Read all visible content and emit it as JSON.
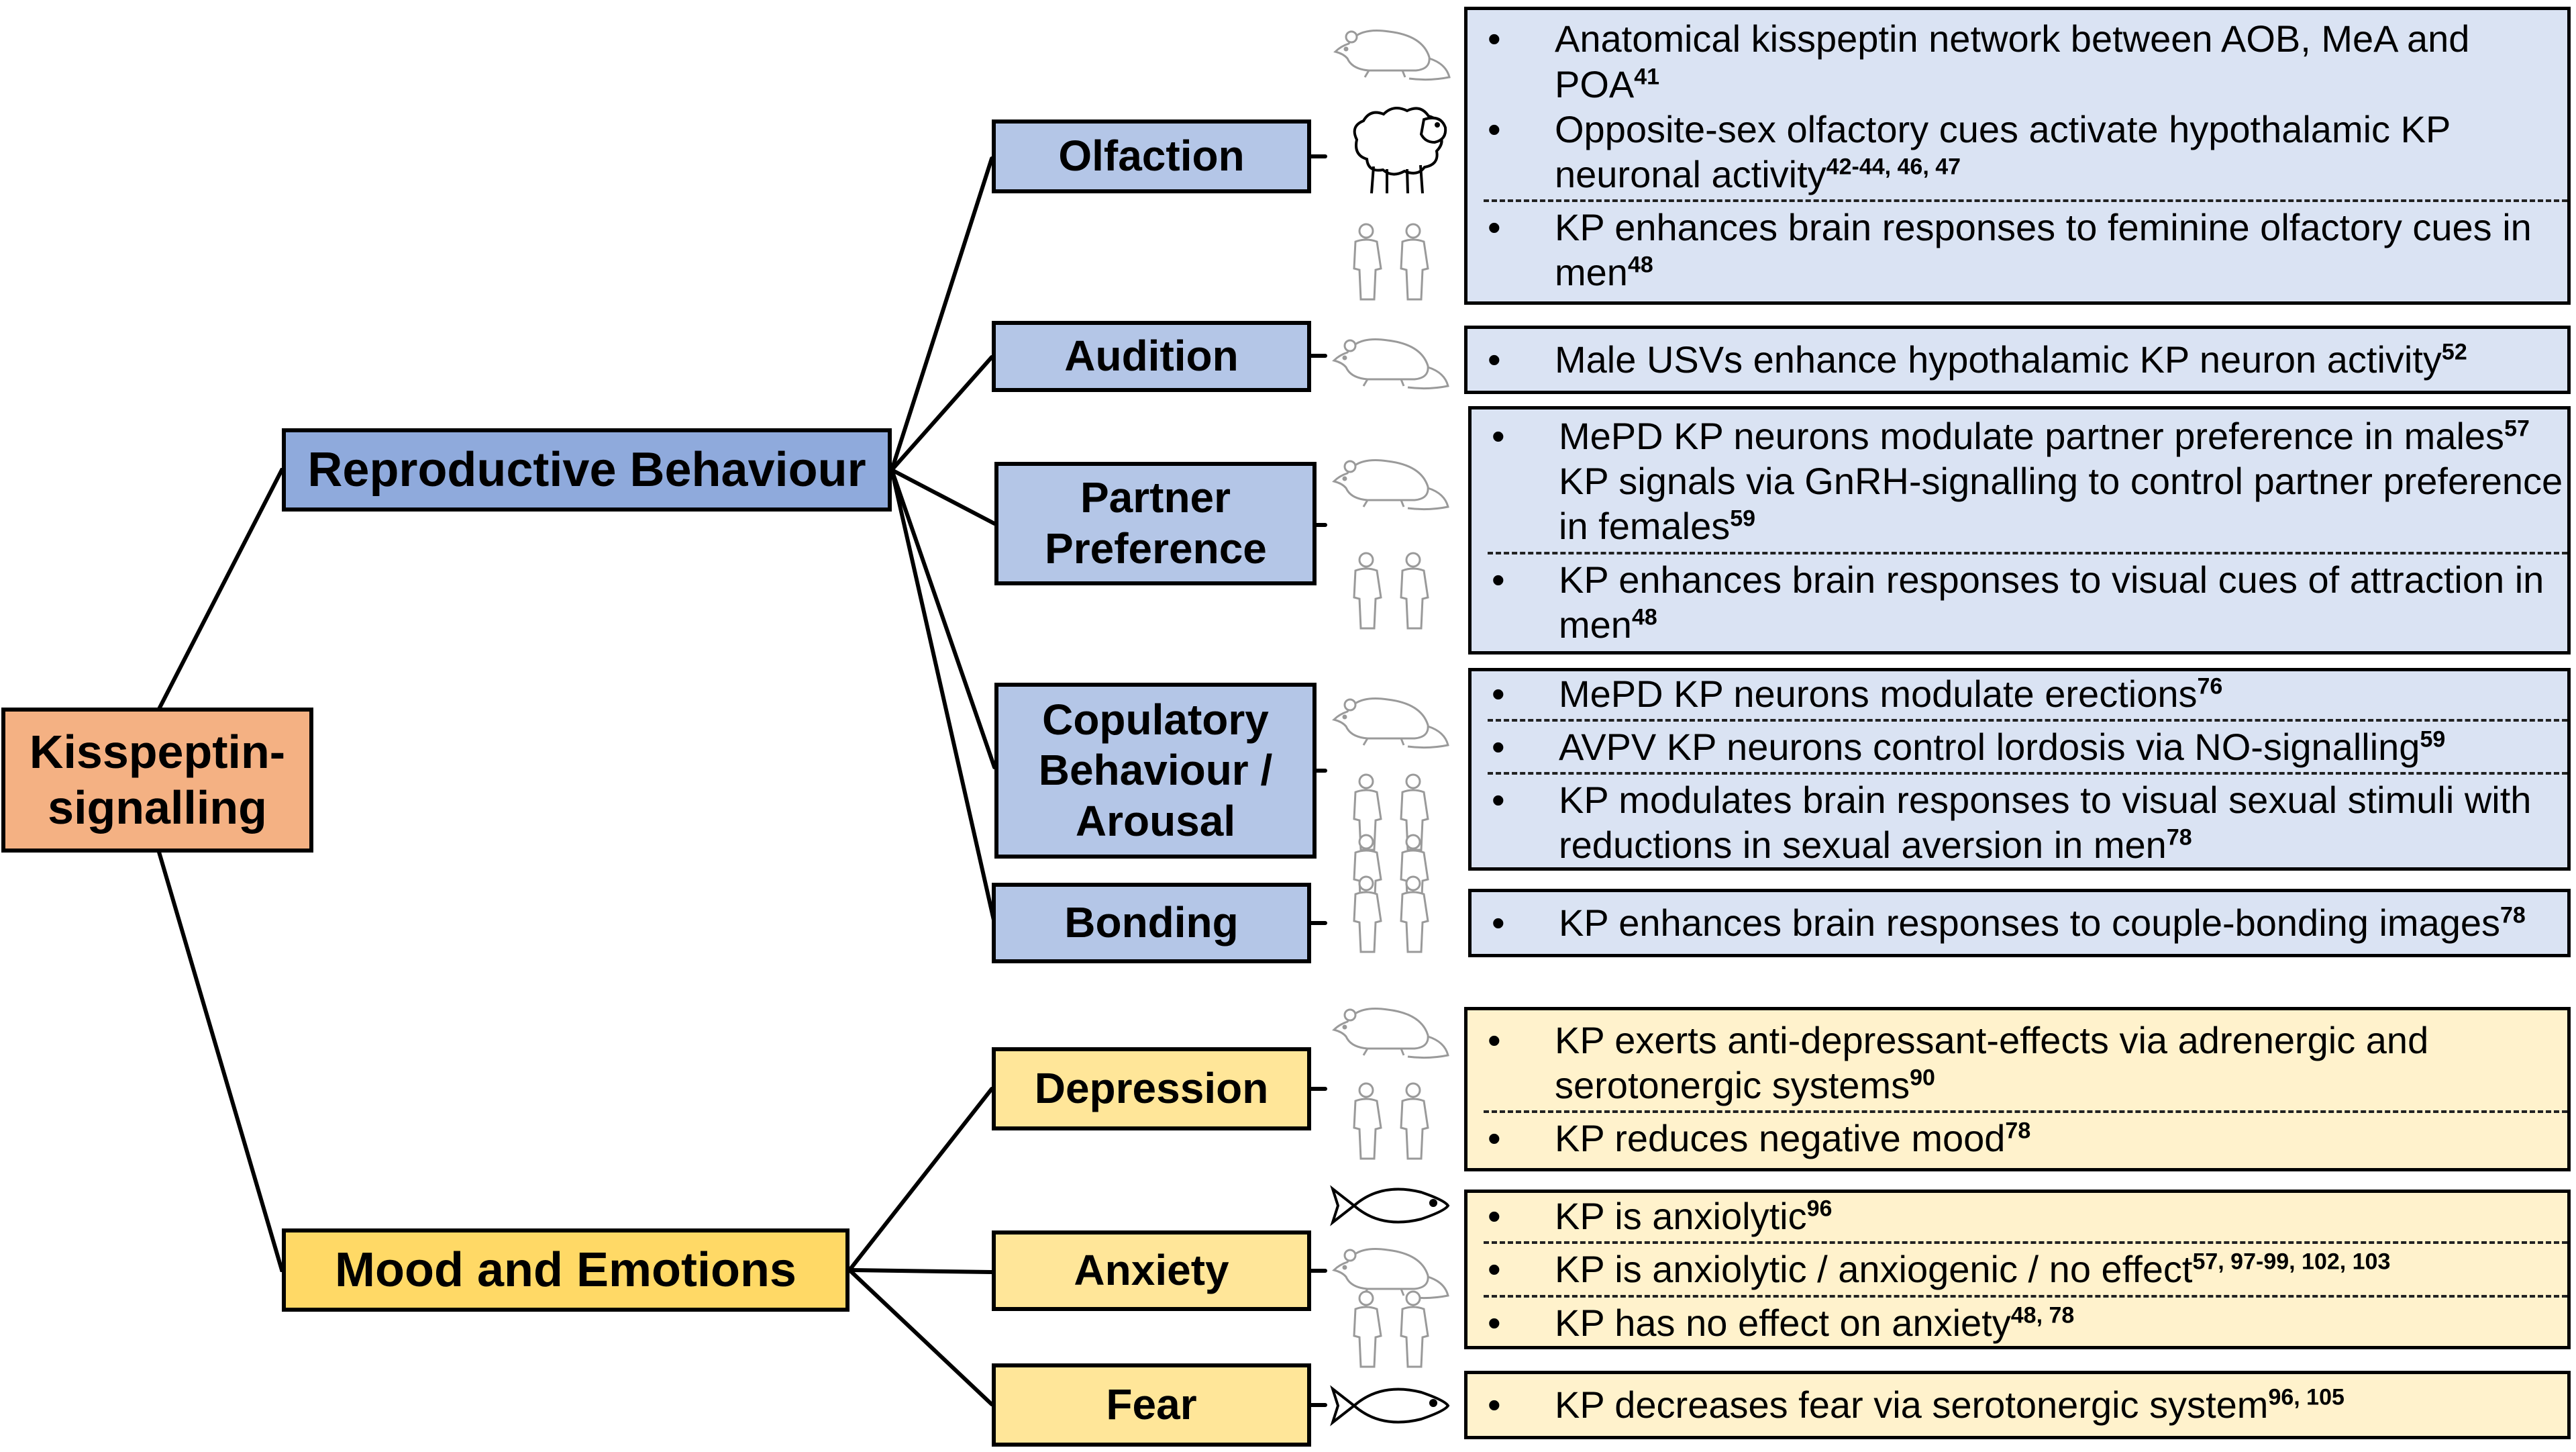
{
  "root": {
    "label": "Kisspeptin-signalling"
  },
  "branches": [
    {
      "label": "Reproductive Behaviour",
      "color": "#8faadc"
    },
    {
      "label": "Mood and Emotions",
      "color": "#ffd966"
    }
  ],
  "nodes": [
    {
      "label": "Olfaction"
    },
    {
      "label": "Audition"
    },
    {
      "label": "Partner Preference"
    },
    {
      "label": "Copulatory Behaviour / Arousal"
    },
    {
      "label": "Bonding"
    },
    {
      "label": "Depression"
    },
    {
      "label": "Anxiety"
    },
    {
      "label": "Fear"
    }
  ],
  "panels": [
    {
      "groups": [
        [
          {
            "text": "Anatomical kisspeptin network between AOB, MeA and POA",
            "ref": "41"
          },
          {
            "text": "Opposite-sex olfactory cues activate hypothalamic KP neuronal activity",
            "ref": "42-44, 46, 47"
          }
        ],
        [
          {
            "text": "KP enhances brain responses to feminine olfactory cues in men",
            "ref": "48"
          }
        ]
      ]
    },
    {
      "groups": [
        [
          {
            "text": "Male USVs enhance hypothalamic KP neuron activity",
            "ref": "52"
          }
        ]
      ]
    },
    {
      "groups": [
        [
          {
            "text": "MePD KP neurons modulate partner preference in males",
            "ref": "57"
          },
          {
            "text": "KP signals via GnRH-signalling to control partner preference in females",
            "ref": "59"
          }
        ],
        [
          {
            "text": "KP enhances brain responses to visual cues of attraction in men",
            "ref": "48"
          }
        ]
      ]
    },
    {
      "groups": [
        [
          {
            "text": "MePD KP neurons modulate erections",
            "ref": "76"
          }
        ],
        [
          {
            "text": "AVPV KP neurons control lordosis via NO-signalling",
            "ref": "59"
          }
        ],
        [
          {
            "text": "KP modulates brain responses to visual sexual stimuli with reductions in sexual aversion in men",
            "ref": "78"
          }
        ]
      ]
    },
    {
      "groups": [
        [
          {
            "text": "KP enhances brain responses to couple-bonding images",
            "ref": "78"
          }
        ]
      ]
    },
    {
      "groups": [
        [
          {
            "text": "KP exerts anti-depressant-effects via adrenergic and serotonergic systems",
            "ref": "90"
          }
        ],
        [
          {
            "text": "KP reduces negative mood",
            "ref": "78"
          }
        ]
      ]
    },
    {
      "groups": [
        [
          {
            "text": "KP is anxiolytic",
            "ref": "96"
          }
        ],
        [
          {
            "text": "KP is anxiolytic / anxiogenic / no effect",
            "ref": "57, 97-99, 102, 103"
          }
        ],
        [
          {
            "text": "KP has no effect on anxiety",
            "ref": "48, 78"
          }
        ]
      ]
    },
    {
      "groups": [
        [
          {
            "text": "KP decreases fear via serotonergic system",
            "ref": "96, 105"
          }
        ]
      ]
    }
  ],
  "icons": [
    [
      "rat-icon",
      "sheep-icon",
      "human-icon"
    ],
    [
      "rat-icon"
    ],
    [
      "rat-icon",
      "human-icon"
    ],
    [
      "rat-icon",
      "human-icon",
      "human-icon"
    ],
    [
      "human-icon"
    ],
    [
      "rat-icon",
      "human-icon"
    ],
    [
      "fish-icon",
      "rat-icon",
      "human-icon"
    ],
    [
      "fish-icon"
    ]
  ],
  "bullet": "•"
}
